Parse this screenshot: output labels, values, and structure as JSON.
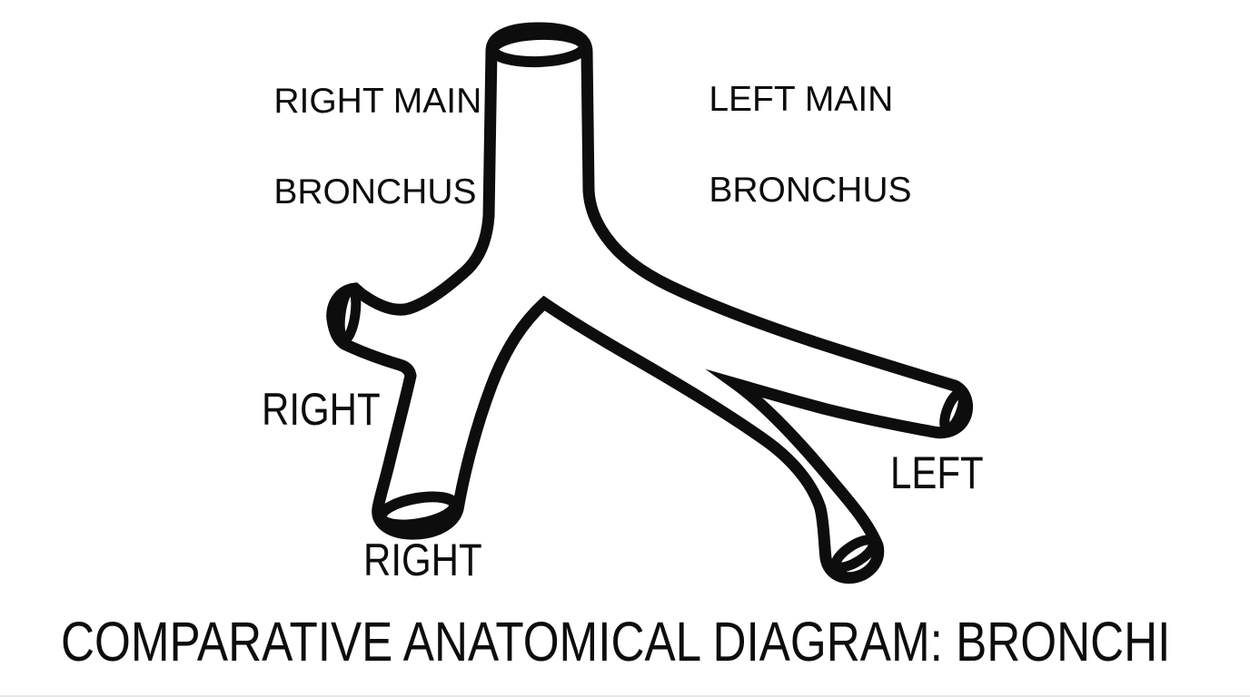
{
  "colors": {
    "ink": "#0d0d0d",
    "background": "#ffffff",
    "bottom_edge": "#e7e7e7"
  },
  "annotations": {
    "right_main_bronchus": {
      "line1": "RIGHT MAIN",
      "line2": "BRONCHUS"
    },
    "left_main_bronchus": {
      "line1": "LEFT MAIN",
      "line2": "BRONCHUS"
    },
    "right_upper_branch": {
      "label": "RIGHT"
    },
    "right_lower_branch": {
      "label": "RIGHT"
    },
    "left_lower_branch": {
      "label": "LEFT"
    }
  },
  "caption": {
    "title": "COMPARATIVE ANATOMICAL DIAGRAM: BRONCHI"
  }
}
